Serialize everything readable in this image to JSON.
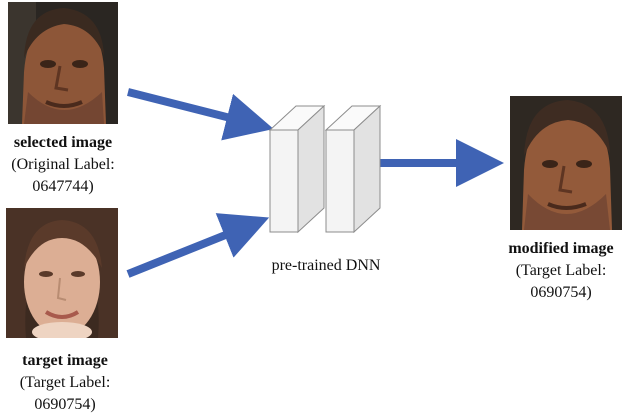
{
  "selected": {
    "title": "selected image",
    "label_line1": "(Original Label:",
    "label_line2": "0647744)"
  },
  "target": {
    "title": "target image",
    "label_line1": "(Target Label:",
    "label_line2": "0690754)"
  },
  "model": {
    "caption": "pre-trained DNN"
  },
  "output": {
    "title": "modified image",
    "label_line1": "(Target Label:",
    "label_line2": "0690754)"
  },
  "colors": {
    "arrow": "#3f63b4",
    "block_face": "#f4f4f4",
    "block_side": "#e2e2e2",
    "block_stroke": "#8c8c8c"
  }
}
